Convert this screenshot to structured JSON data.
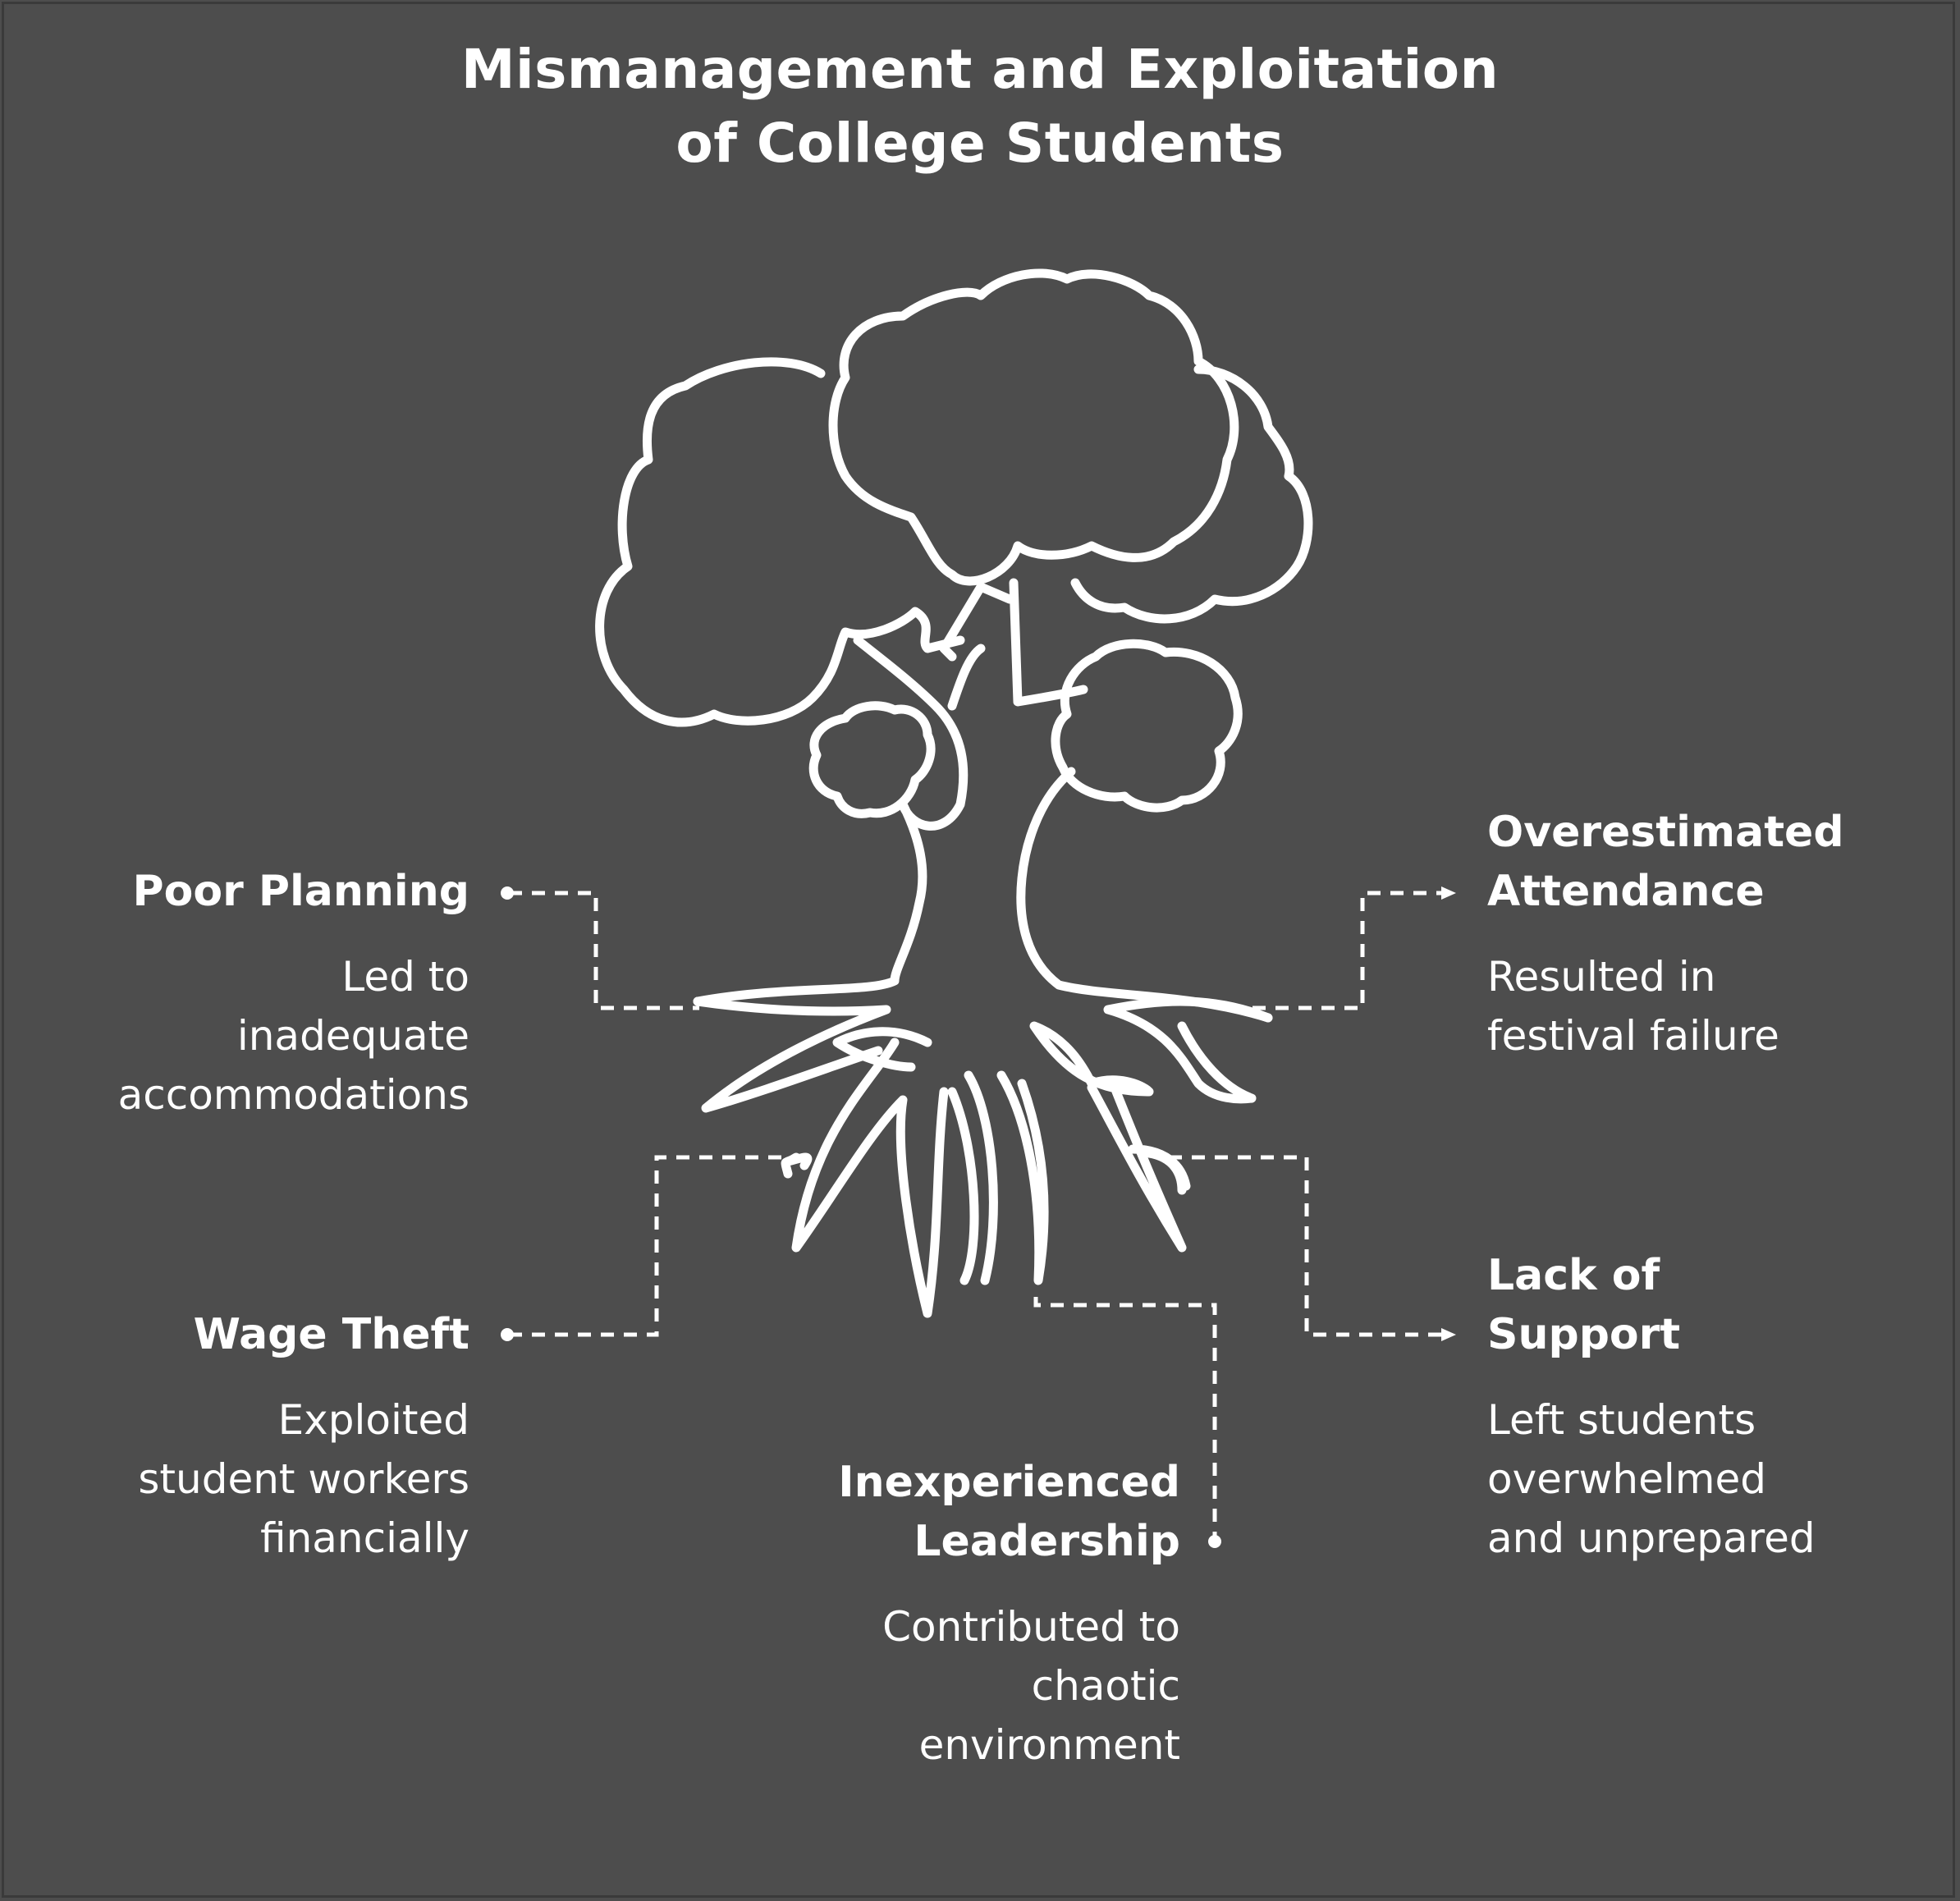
{
  "title": {
    "line1": "Mismanagement and Exploitation",
    "line2": "of College Students"
  },
  "colors": {
    "background": "#4d4d4d",
    "stroke": "#ffffff"
  },
  "icon": "tree-with-roots-icon",
  "items": {
    "poor_planning": {
      "title": "Poor Planning",
      "desc_lines": [
        "Led to",
        "inadequate",
        "accommodations"
      ]
    },
    "wage_theft": {
      "title": "Wage Theft",
      "desc_lines": [
        "Exploited",
        "student workers",
        "financially"
      ]
    },
    "inexperienced_leadership": {
      "title_lines": [
        "Inexperienced",
        "Leadership"
      ],
      "desc_lines": [
        "Contributed to",
        "chaotic",
        "environment"
      ]
    },
    "overestimated_attendance": {
      "title_lines": [
        "Overestimated",
        "Attendance"
      ],
      "desc_lines": [
        "Resulted in",
        "festival failure"
      ]
    },
    "lack_of_support": {
      "title_lines": [
        "Lack of",
        "Support"
      ],
      "desc_lines": [
        "Left students",
        "overwhelmed",
        "and unprepared"
      ]
    }
  }
}
